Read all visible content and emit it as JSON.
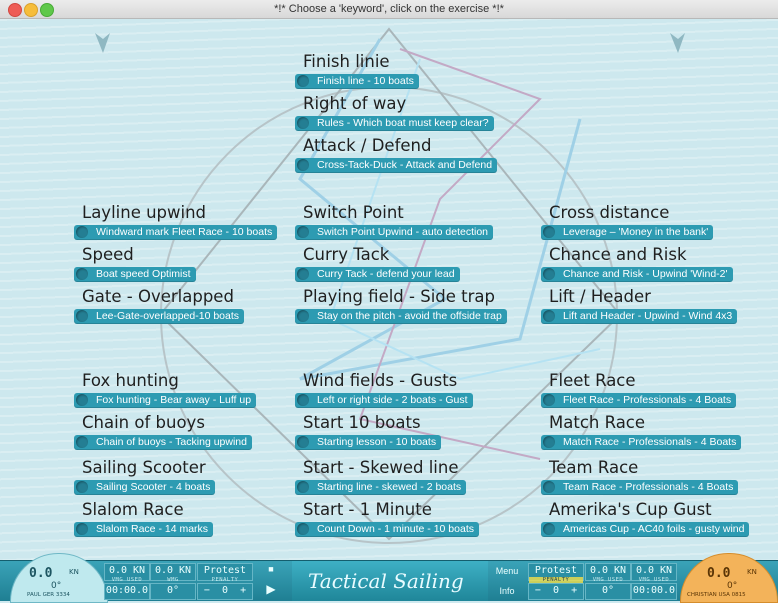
{
  "window": {
    "title": "*!* Choose a 'keyword', click on the exercise *!*"
  },
  "colors": {
    "accent": "#2d9bb2",
    "background": "#cde8ee",
    "penalty_yellow": "#f4e04a",
    "right_boat_orange": "#f0a23a"
  },
  "columns": {
    "center_top": [
      {
        "keyword": "Finish linie",
        "exercise": "Finish line - 10 boats"
      },
      {
        "keyword": "Right of way",
        "exercise": "Rules - Which boat must keep clear?"
      },
      {
        "keyword": "Attack / Defend",
        "exercise": "Cross-Tack-Duck - Attack and Defend"
      }
    ],
    "left_mid": [
      {
        "keyword": "Layline upwind",
        "exercise": "Windward mark Fleet Race - 10 boats"
      },
      {
        "keyword": "Speed",
        "exercise": "Boat speed Optimist"
      },
      {
        "keyword": "Gate - Overlapped",
        "exercise": "Lee-Gate-overlapped-10 boats"
      }
    ],
    "center_mid": [
      {
        "keyword": "Switch Point",
        "exercise": "Switch Point Upwind - auto detection"
      },
      {
        "keyword": "Curry Tack",
        "exercise": "Curry Tack - defend your lead"
      },
      {
        "keyword": "Playing field - Side trap",
        "exercise": "Stay on the pitch - avoid the offside trap"
      }
    ],
    "right_mid": [
      {
        "keyword": "Cross distance",
        "exercise": "Leverage – 'Money in the bank'"
      },
      {
        "keyword": "Chance and Risk",
        "exercise": "Chance and Risk - Upwind 'Wind-2'"
      },
      {
        "keyword": "Lift / Header",
        "exercise": "Lift and Header - Upwind - Wind 4x3"
      }
    ],
    "left_bottom": [
      {
        "keyword": "Fox hunting",
        "exercise": "Fox hunting - Bear away - Luff up"
      },
      {
        "keyword": "Chain of buoys",
        "exercise": "Chain of buoys - Tacking upwind"
      },
      {
        "keyword": "Sailing Scooter",
        "exercise": "Sailing Scooter - 4 boats"
      },
      {
        "keyword": "Slalom Race",
        "exercise": "Slalom Race - 14 marks"
      }
    ],
    "center_bottom": [
      {
        "keyword": "Wind fields - Gusts",
        "exercise": "Left or right side - 2 boats - Gust"
      },
      {
        "keyword": "Start 10 boats",
        "exercise": "Starting lesson - 10 boats"
      },
      {
        "keyword": "Start - Skewed line",
        "exercise": "Starting line - skewed - 2 boats"
      },
      {
        "keyword": "Start - 1 Minute",
        "exercise": "Count Down - 1 minute - 10 boats"
      }
    ],
    "right_bottom": [
      {
        "keyword": "Fleet Race",
        "exercise": "Fleet Race - Professionals - 4 Boats"
      },
      {
        "keyword": "Match Race",
        "exercise": "Match Race - Professionals - 4 Boats"
      },
      {
        "keyword": "Team Race",
        "exercise": "Team Race - Professionals - 4 Boats"
      },
      {
        "keyword": "Amerika's Cup Gust",
        "exercise": "Americas Cup - AC40 foils - gusty wind"
      }
    ]
  },
  "bottom_bar": {
    "left": {
      "gauge_speed": "0.0",
      "gauge_unit": "KN",
      "gauge_angle": "0°",
      "boat_label": "PAUL GER 3334",
      "speed_a": "0.0 KN",
      "speed_a_label": "VMG USED",
      "speed_b": "0.0 KN",
      "speed_b_label": "WMG",
      "time": "00:00.0",
      "angle": "0°",
      "protest_label": "Protest",
      "penalty_label": "PENALTY",
      "minus": "−",
      "penalty_count": "0",
      "plus": "+",
      "stop_icon": "■",
      "play_icon": "▶"
    },
    "logo_text": "Tactical Sailing",
    "menu_label": "Menu",
    "info_label": "Info",
    "right": {
      "protest_label": "Protest",
      "penalty_label": "PENALTY",
      "minus": "−",
      "penalty_count": "0",
      "plus": "+",
      "speed_a": "0.0 KN",
      "speed_a_label": "VMG USED",
      "speed_b": "0.0 KN",
      "speed_b_label": "VMG USED",
      "angle": "0°",
      "time": "00:00.0",
      "gauge_speed": "0.0",
      "gauge_unit": "KN",
      "gauge_angle": "0°",
      "boat_label": "CHRISTIAN USA 0815"
    }
  }
}
